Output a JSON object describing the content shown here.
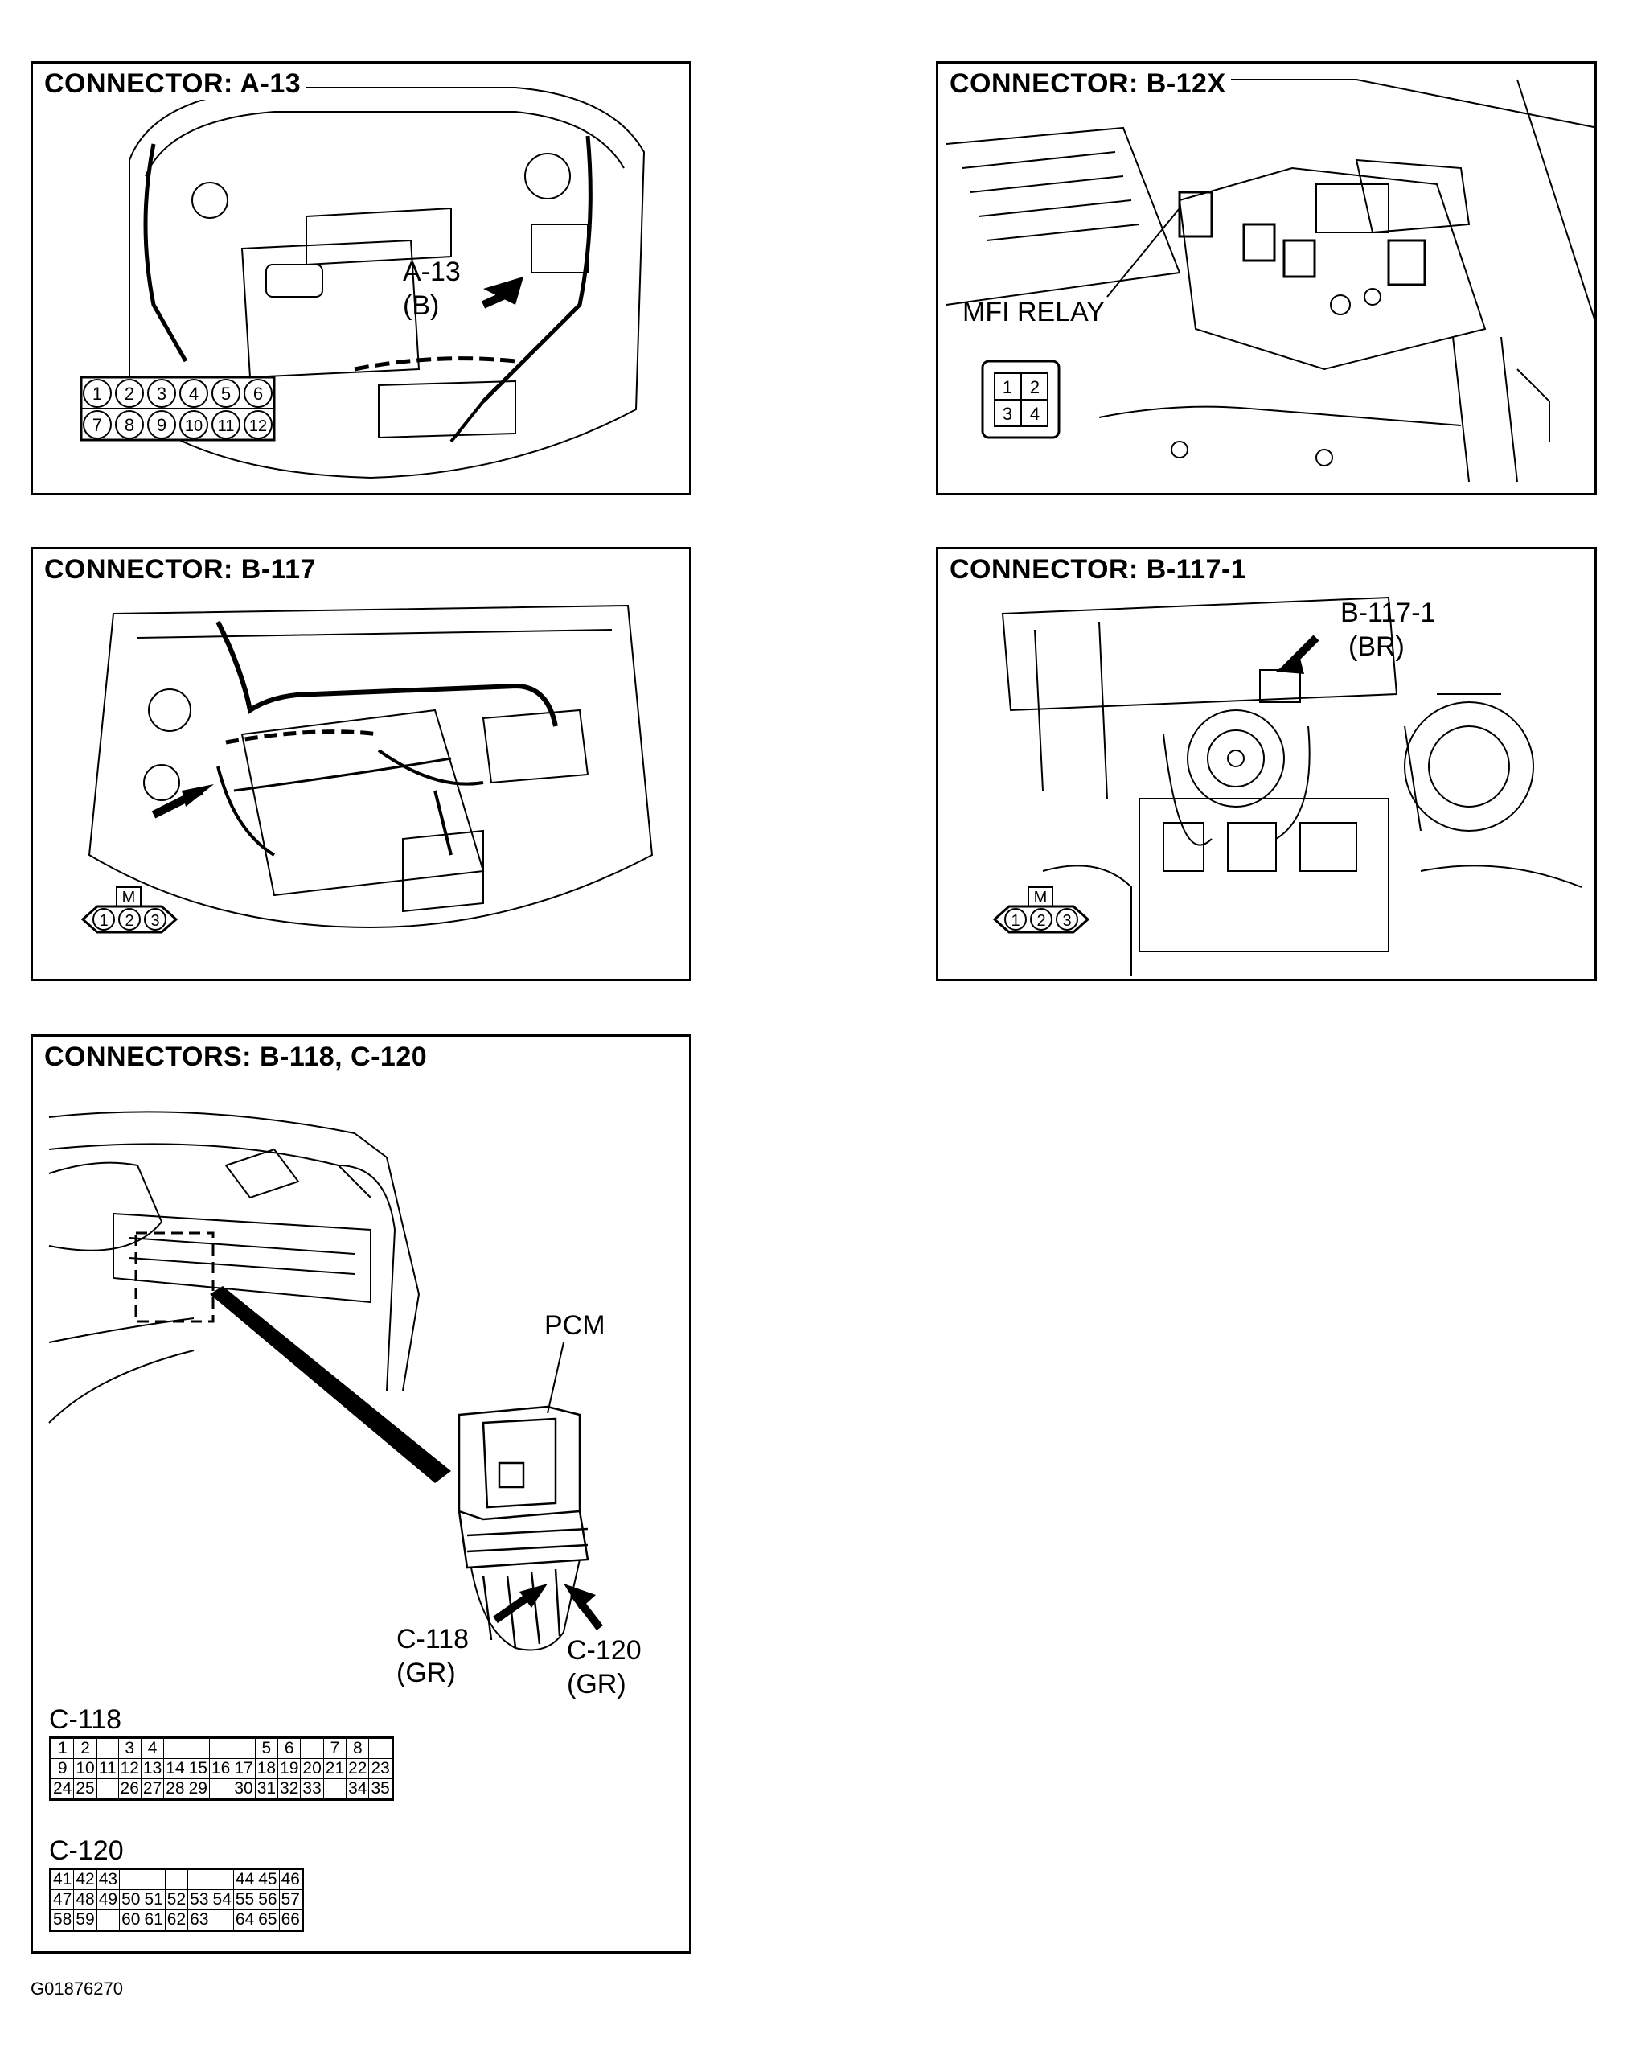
{
  "panels": {
    "a13": {
      "title": "CONNECTOR: A-13",
      "callout_line1": "A-13",
      "callout_line2": "(B)",
      "pins_top": [
        "1",
        "2",
        "3",
        "4",
        "5",
        "6"
      ],
      "pins_bottom": [
        "7",
        "8",
        "9",
        "10",
        "11",
        "12"
      ]
    },
    "b12x": {
      "title": "CONNECTOR: B-12X",
      "callout": "MFI RELAY",
      "pins": [
        "1",
        "2",
        "3",
        "4"
      ]
    },
    "b117": {
      "title": "CONNECTOR: B-117",
      "key_letter": "M",
      "pins": [
        "1",
        "2",
        "3"
      ]
    },
    "b1171": {
      "title": "CONNECTOR: B-117-1",
      "callout_line1": "B-117-1",
      "callout_line2": "(BR)",
      "key_letter": "M",
      "pins": [
        "1",
        "2",
        "3"
      ]
    },
    "pcm": {
      "title": "CONNECTORS: B-118, C-120",
      "pcm_label": "PCM",
      "c118_callout_line1": "C-118",
      "c118_callout_line2": "(GR)",
      "c120_callout_line1": "C-120",
      "c120_callout_line2": "(GR)",
      "c118_label": "C-118",
      "c120_label": "C-120",
      "c118_rows": [
        [
          "1",
          "2",
          "",
          "3",
          "4",
          "",
          "",
          "",
          "",
          "5",
          "6",
          "",
          "7",
          "8"
        ],
        [
          "9",
          "10",
          "11",
          "12",
          "13",
          "14",
          "15",
          "16",
          "17",
          "18",
          "19",
          "20",
          "21",
          "22",
          "23"
        ],
        [
          "24",
          "25",
          "",
          "26",
          "27",
          "28",
          "29",
          "",
          "30",
          "31",
          "32",
          "33",
          "",
          "34",
          "35"
        ]
      ],
      "c120_rows": [
        [
          "41",
          "42",
          "43",
          "",
          "",
          "",
          "",
          "",
          "44",
          "45",
          "46"
        ],
        [
          "47",
          "48",
          "49",
          "50",
          "51",
          "52",
          "53",
          "54",
          "55",
          "56",
          "57"
        ],
        [
          "58",
          "59",
          "",
          "60",
          "61",
          "62",
          "63",
          "",
          "64",
          "65",
          "66"
        ]
      ]
    }
  },
  "footer": {
    "code": "G01876270"
  }
}
